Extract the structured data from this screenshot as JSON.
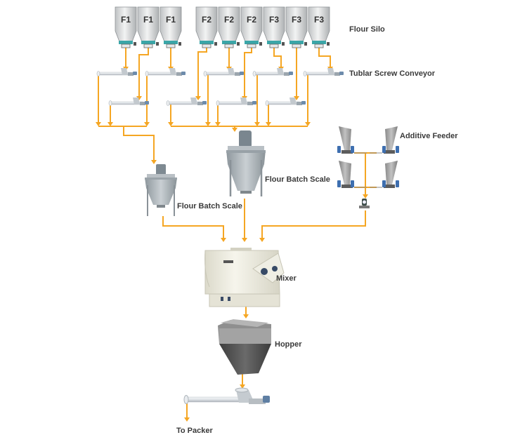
{
  "diagram": {
    "title": "Flour Blending Process Flow",
    "colors": {
      "flow_line": "#f5a623",
      "silo_body": "#d9dadb",
      "silo_band": "#3aa6a8",
      "equipment": "#a9b1b6",
      "mixer": "#efeee3",
      "hopper": "#5e5e5e",
      "label_text": "#3a3a3a"
    },
    "silos": [
      {
        "label": "F1"
      },
      {
        "label": "F1"
      },
      {
        "label": "F1"
      },
      {
        "label": "F2"
      },
      {
        "label": "F2"
      },
      {
        "label": "F2"
      },
      {
        "label": "F3"
      },
      {
        "label": "F3"
      },
      {
        "label": "F3"
      }
    ],
    "labels": {
      "flour_silo": "Flour Silo",
      "screw_conveyor": "Tublar Screw Conveyor",
      "additive_feeder": "Additive Feeder",
      "flour_batch_scale_small": "Flour Batch Scale",
      "flour_batch_scale_large": "Flour Batch Scale",
      "mixer": "Mixer",
      "hopper": "Hopper",
      "to_packer": "To Packer"
    }
  }
}
